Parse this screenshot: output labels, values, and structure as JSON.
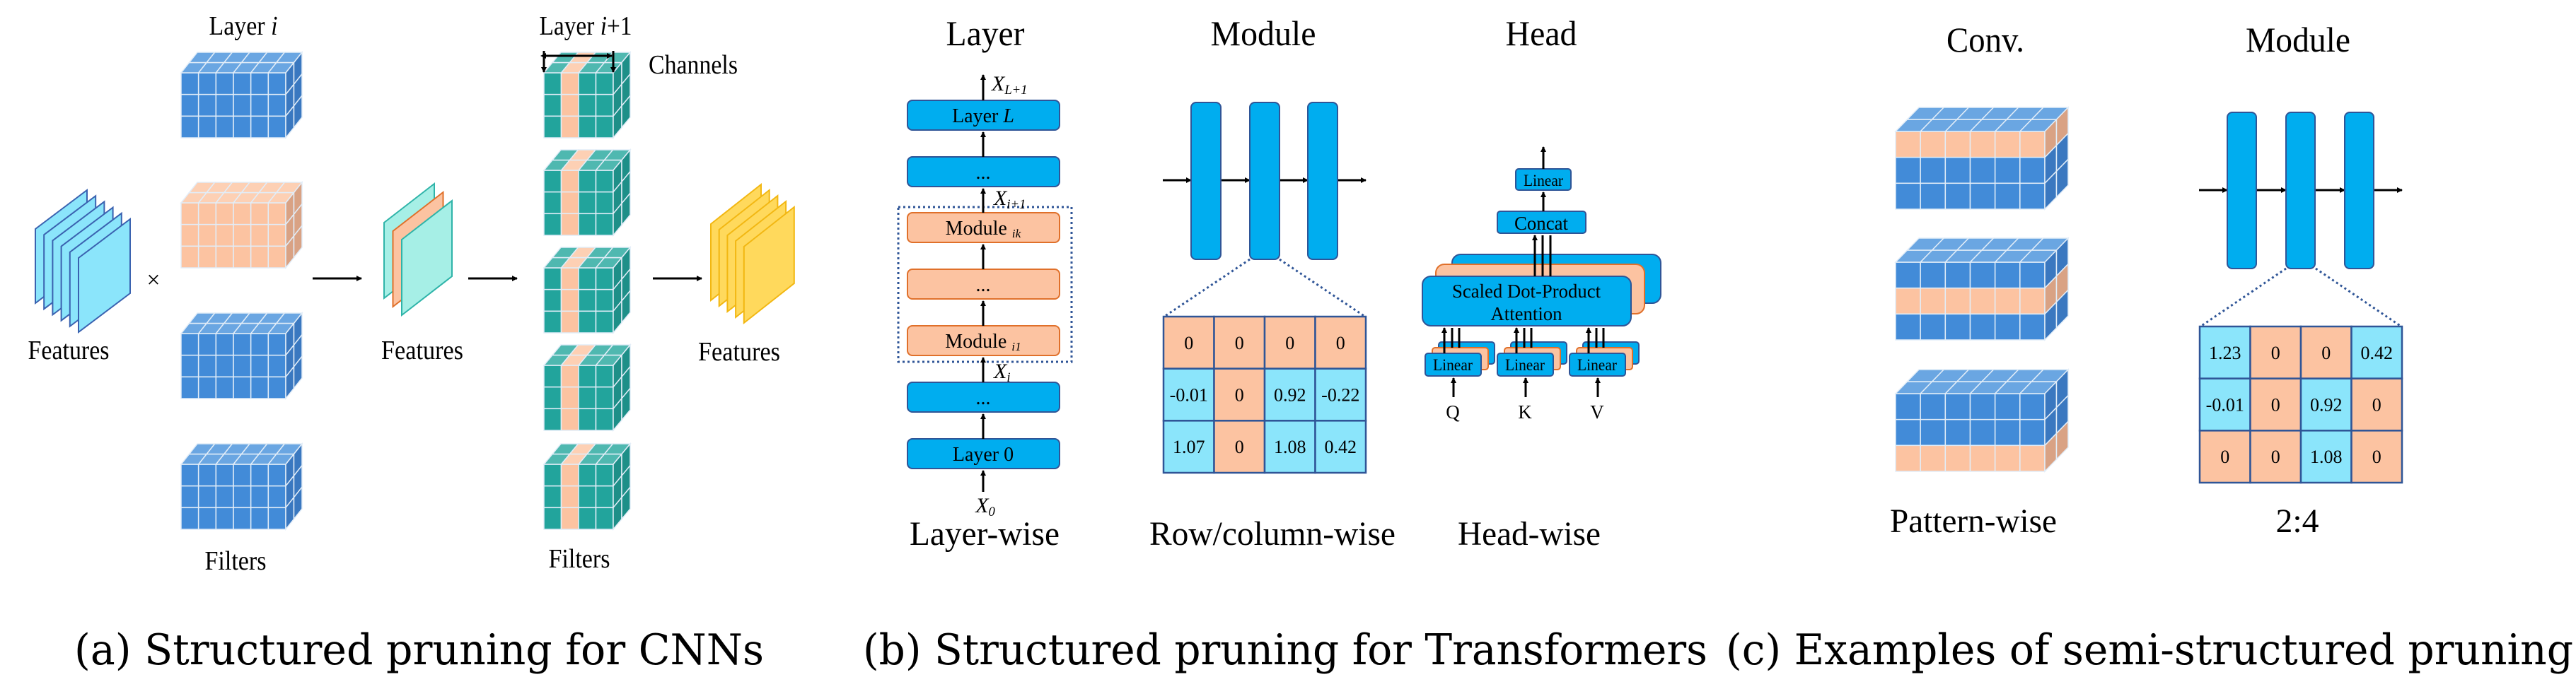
{
  "colors": {
    "filter_blue": "#428bd8",
    "pruned_peach": "#fcc3a1",
    "channel_teal": "#22a49c",
    "input_feature_cyan": "#8be5fb",
    "mid_feature_teal": "#a6efe6",
    "output_feature_yellow": "#ffd95c",
    "module_blue": "#00adef",
    "border_navy": "#2f5597",
    "kept_cell_cyan": "#8be5fb"
  },
  "panel_a": {
    "caption": "(a) Structured pruning for CNNs",
    "layer_i": {
      "word": "Layer ",
      "var": "i"
    },
    "layer_i1": {
      "word": "Layer ",
      "var": "i",
      "suffix": "+1"
    },
    "channels": "Channels",
    "times": "×",
    "features_in": "Features",
    "features_mid": "Features",
    "features_out": "Features",
    "filters_left": "Filters",
    "filters_right": "Filters"
  },
  "panel_b": {
    "caption": "(b) Structured pruning for Transformers",
    "layer": {
      "title": "Layer",
      "footer": "Layer-wise",
      "boxes": [
        {
          "text": "Layer ",
          "var": "L",
          "sub": ""
        },
        {
          "text": "...",
          "var": "",
          "sub": ""
        },
        {
          "text": "Module ",
          "var": "",
          "sub": "ik"
        },
        {
          "text": "...",
          "var": "",
          "sub": ""
        },
        {
          "text": "Module ",
          "var": "",
          "sub": "i1"
        },
        {
          "text": "...",
          "var": "",
          "sub": ""
        },
        {
          "text": "Layer 0",
          "var": "",
          "sub": ""
        }
      ],
      "x_top": {
        "var": "X",
        "sub": "L+1"
      },
      "x_i1": {
        "var": "X",
        "sub": "i+1"
      },
      "x_i": {
        "var": "X",
        "sub": "i"
      },
      "x_0": {
        "var": "X",
        "sub": "0"
      }
    },
    "module": {
      "title": "Module",
      "footer": "Row/column-wise",
      "matrix": [
        [
          "0",
          "0",
          "0",
          "0"
        ],
        [
          "-0.01",
          "0",
          "0.92",
          "-0.22"
        ],
        [
          "1.07",
          "0",
          "1.08",
          "0.42"
        ]
      ],
      "pruned": [
        [
          true,
          true,
          true,
          true
        ],
        [
          false,
          true,
          false,
          false
        ],
        [
          false,
          true,
          false,
          false
        ]
      ]
    },
    "head": {
      "title": "Head",
      "footer": "Head-wise",
      "linear_out": "Linear",
      "concat": "Concat",
      "attention_line1": "Scaled Dot-Product",
      "attention_line2": "Attention",
      "linear_in": [
        "Linear",
        "Linear",
        "Linear"
      ],
      "inputs": [
        "Q",
        "K",
        "V"
      ]
    }
  },
  "panel_c": {
    "caption": "(c) Examples of semi-structured pruning",
    "conv": {
      "title": "Conv.",
      "footer": "Pattern-wise",
      "pruned_rows": [
        0,
        1,
        2
      ]
    },
    "module": {
      "title": "Module",
      "footer": "2:4",
      "matrix": [
        [
          "1.23",
          "0",
          "0",
          "0.42"
        ],
        [
          "-0.01",
          "0",
          "0.92",
          "0"
        ],
        [
          "0",
          "0",
          "1.08",
          "0"
        ]
      ],
      "pruned": [
        [
          false,
          true,
          true,
          false
        ],
        [
          false,
          true,
          false,
          true
        ],
        [
          true,
          true,
          false,
          true
        ]
      ]
    }
  }
}
